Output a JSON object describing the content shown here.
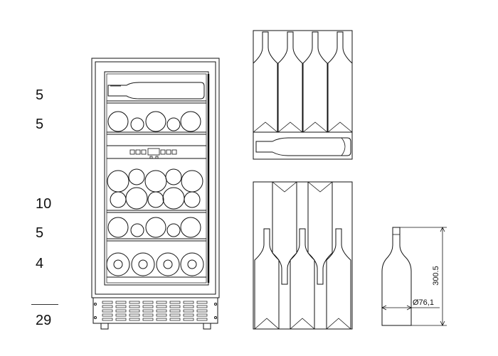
{
  "shelf_counts": [
    "5",
    "5",
    "10",
    "5",
    "4"
  ],
  "total_count": "29",
  "bottle_dimensions": {
    "height": "300.5",
    "diameter": "Ø76,1"
  },
  "colors": {
    "line": "#111111",
    "background": "#ffffff"
  }
}
